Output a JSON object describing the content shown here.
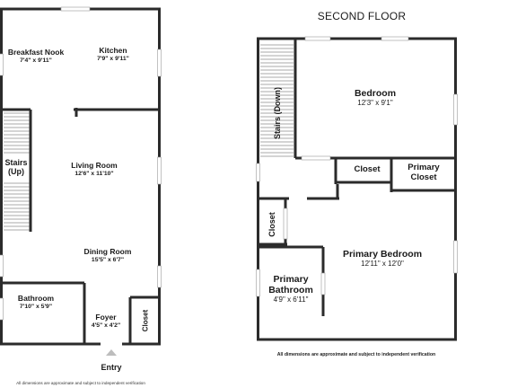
{
  "first_floor": {
    "rooms": {
      "breakfast_nook": {
        "name": "Breakfast Nook",
        "dims": "7'4\" x 9'11\""
      },
      "kitchen": {
        "name": "Kitchen",
        "dims": "7'9\" x 9'11\""
      },
      "stairs_up": {
        "name": "Stairs\n(Up)"
      },
      "living_room": {
        "name": "Living Room",
        "dims": "12'6\" x 11'10\""
      },
      "dining_room": {
        "name": "Dining Room",
        "dims": "15'5\" x 6'7\""
      },
      "bathroom": {
        "name": "Bathroom",
        "dims": "7'10\" x 5'9\""
      },
      "foyer": {
        "name": "Foyer",
        "dims": "4'5\" x 4'2\""
      },
      "closet": {
        "name": "Closet"
      }
    },
    "entry_label": "Entry",
    "disclaimer": "All dimensions are approximate and subject to independent verification"
  },
  "second_floor": {
    "title": "SECOND FLOOR",
    "rooms": {
      "stairs_down": {
        "name": "Stairs (Down)"
      },
      "bedroom": {
        "name": "Bedroom",
        "dims": "12'3\" x 9'1\""
      },
      "closet_top": {
        "name": "Closet"
      },
      "primary_closet": {
        "name": "Primary\nCloset"
      },
      "closet_side": {
        "name": "Closet"
      },
      "primary_bedroom": {
        "name": "Primary Bedroom",
        "dims": "12'11\" x 12'0\""
      },
      "primary_bathroom": {
        "name": "Primary\nBathroom",
        "dims": "4'9\" x 6'11\""
      }
    },
    "disclaimer": "All dimensions are approximate and subject to independent verification"
  },
  "colors": {
    "wall": "#2b2b2b",
    "window": "#ffffff",
    "window_line": "#999999",
    "floor": "#ffffff"
  }
}
